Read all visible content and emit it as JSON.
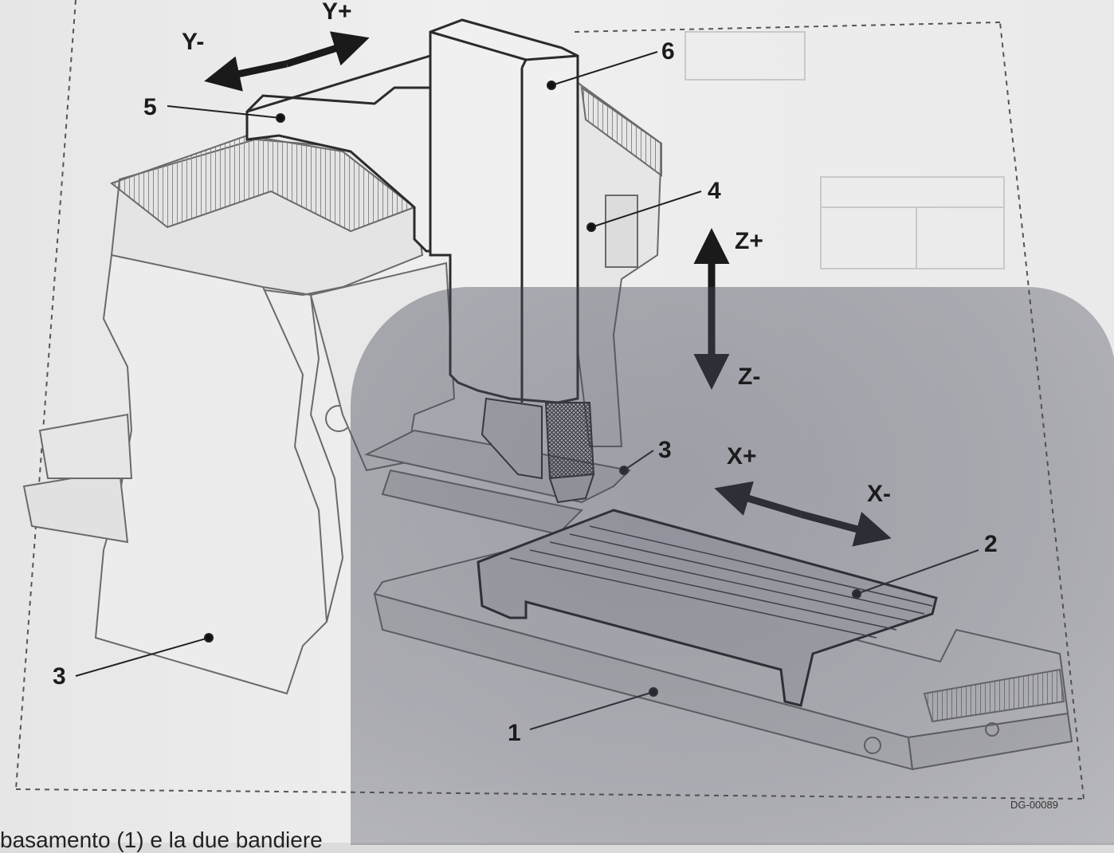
{
  "axes": {
    "y_plus": "Y+",
    "y_minus": "Y-",
    "z_plus": "Z+",
    "z_minus": "Z-",
    "x_plus": "X+",
    "x_minus": "X-"
  },
  "callouts": {
    "label_1": "1",
    "label_2": "2",
    "label_3_left": "3",
    "label_3_right": "3",
    "label_4": "4",
    "label_5": "5",
    "label_6": "6"
  },
  "drawing_code": "DG-00089",
  "footer_text": "basamento (1) e la due bandiere"
}
